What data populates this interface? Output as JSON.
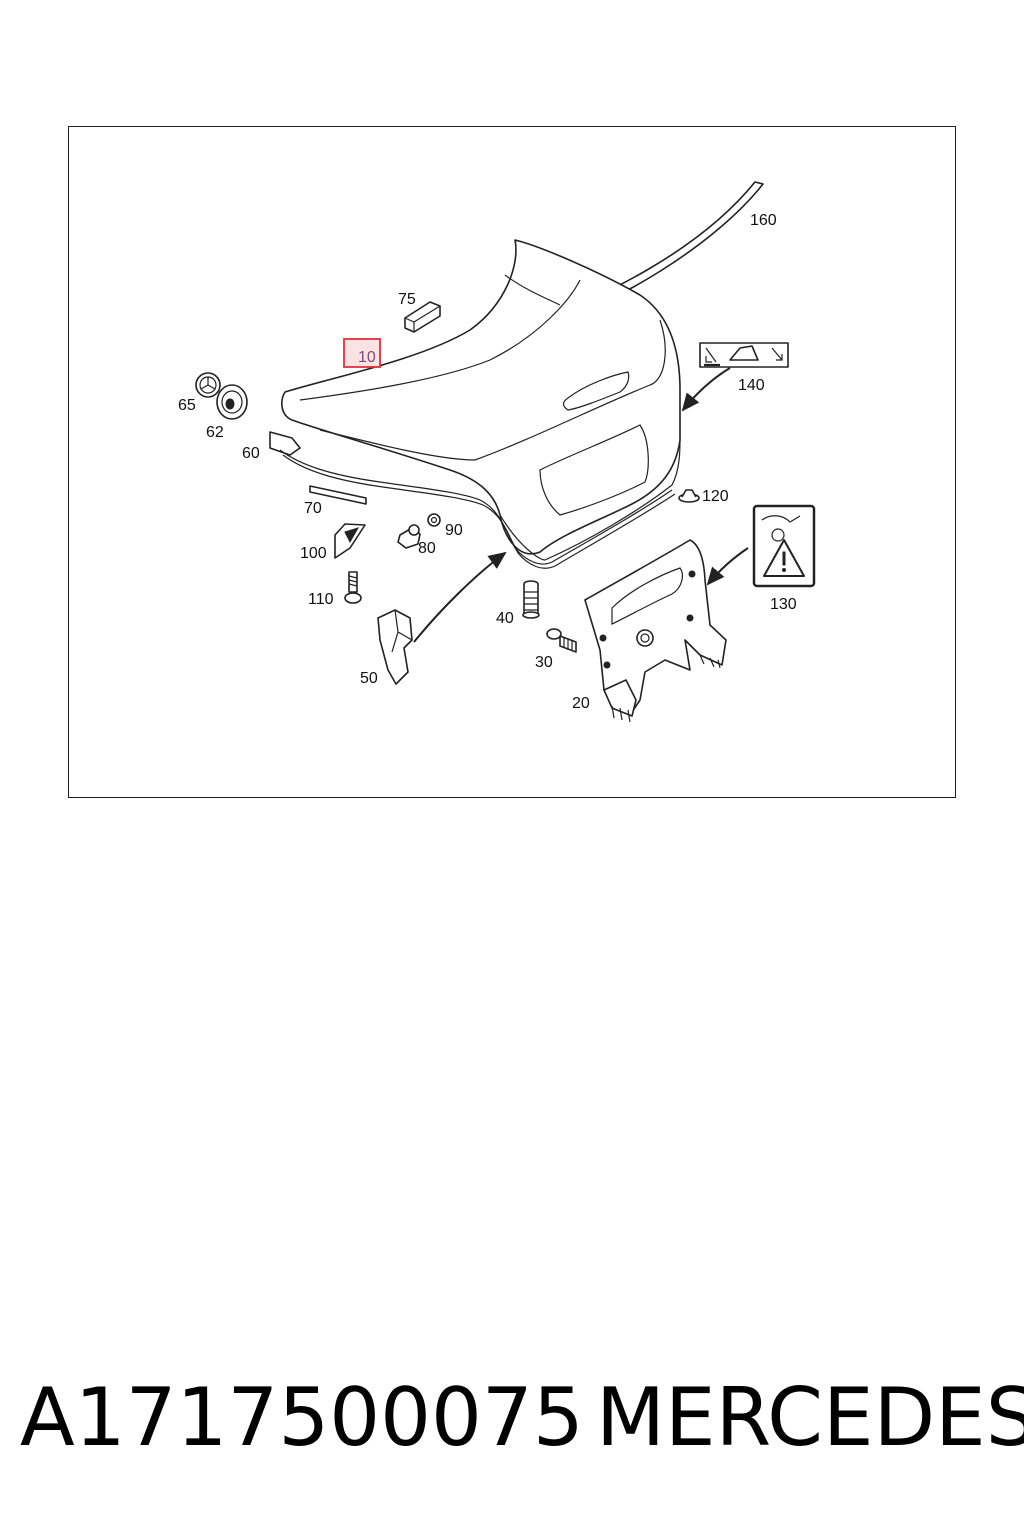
{
  "diagram": {
    "labels": {
      "l10": "10",
      "l20": "20",
      "l30": "30",
      "l40": "40",
      "l50": "50",
      "l60": "60",
      "l62": "62",
      "l65": "65",
      "l70": "70",
      "l75": "75",
      "l80": "80",
      "l90": "90",
      "l100": "100",
      "l110": "110",
      "l120": "120",
      "l130": "130",
      "l140": "140",
      "l160": "160"
    },
    "highlighted_part": "10",
    "highlight_color": "#e0303a"
  },
  "footer": {
    "part_number": "A1717500075",
    "brand": "MERCEDES"
  }
}
